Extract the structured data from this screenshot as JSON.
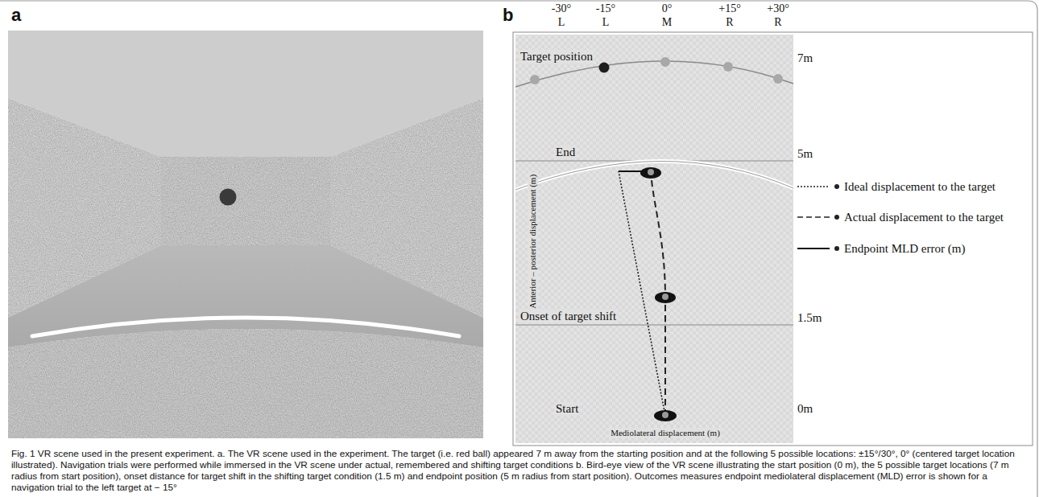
{
  "diagram": {
    "caption": "Fig. 1 VR scene used in the present experiment. a. The VR scene used in the experiment. The target (i.e. red ball) appeared 7 m away from the starting position and at the following 5 possible locations: ±15°/30°, 0° (centered target location illustrated). Navigation trials were performed while immersed in the VR scene under actual, remembered and shifting target conditions b. Bird-eye view of the VR scene illustrating the start position (0 m), the 5 possible target locations (7 m radius from start position), onset distance for target shift in the shifting target condition (1.5 m) and endpoint position (5 m radius from start position). Outcomes measures endpoint mediolateral displacement (MLD) error is shown for a navigation trial to the left target at − 15°",
    "labels": [
      "a",
      "b",
      "-30°",
      "-15°",
      "0°",
      "+15°",
      "+30°",
      "L",
      "L",
      "M",
      "R",
      "R",
      "Target position",
      "7m",
      "End",
      "5m",
      "Anterior – posterior displacement (m)",
      "Onset of target shift",
      "1.5m",
      "Start",
      "0m",
      "Mediolateral displacement (m)"
    ],
    "legend": [
      {
        "text": "Ideal displacement to the target"
      },
      {
        "text": "Actual displacement to the target"
      },
      {
        "text": "Endpoint MLD error (m)"
      }
    ]
  }
}
